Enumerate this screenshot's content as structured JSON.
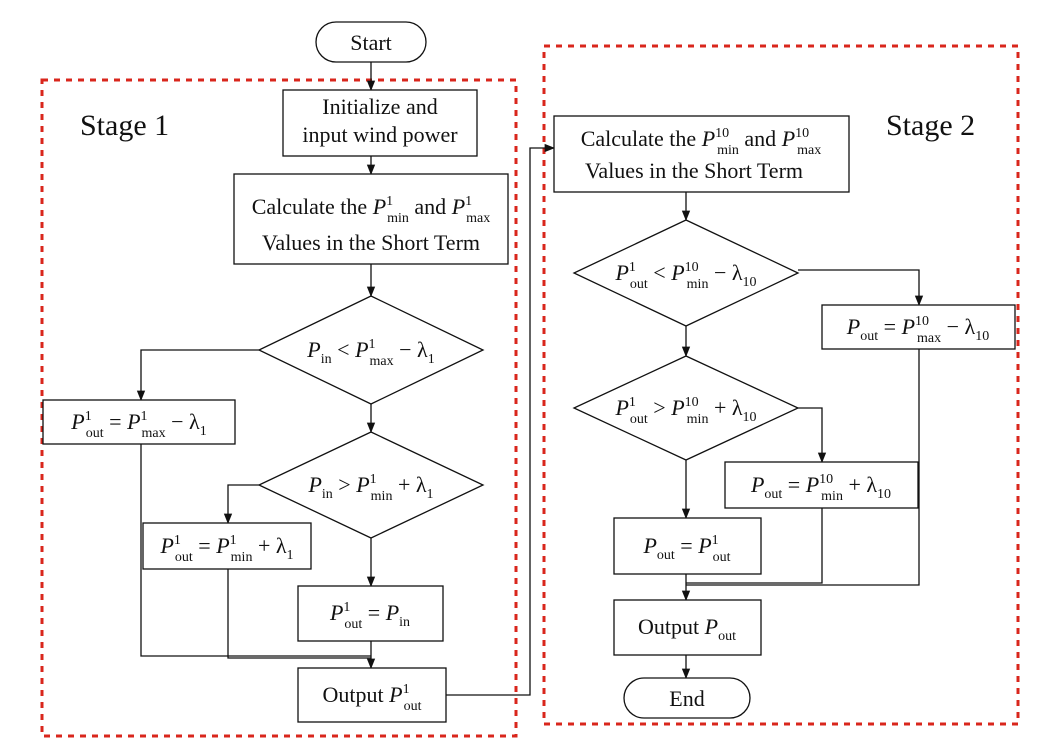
{
  "stages": {
    "stage1": "Stage 1",
    "stage2": "Stage 2"
  },
  "terminals": {
    "start": "Start",
    "end": "End"
  },
  "init": {
    "line1": "Initialize and",
    "line2": "input wind power"
  },
  "calc1": {
    "line1_pre": "Calculate the",
    "line1_mid": "and",
    "line2": "Values in the Short Term"
  },
  "calc2": {
    "line1_pre": "Calculate the",
    "line1_mid": "and",
    "line2": "Values in the Short Term"
  },
  "output": {
    "label": "Output"
  },
  "colors": {
    "stage_border": "#d9261c",
    "stroke": "#111111"
  }
}
